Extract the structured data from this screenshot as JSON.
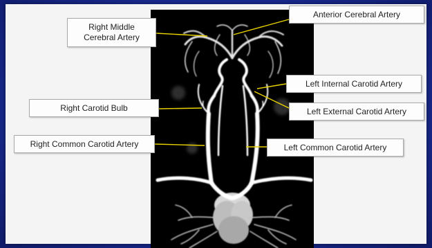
{
  "labels": {
    "right_middle_cerebral": "Right Middle\nCerebral Artery",
    "anterior_cerebral": "Anterior Cerebral Artery",
    "left_internal_carotid": "Left Internal Carotid Artery",
    "right_carotid_bulb": "Right Carotid Bulb",
    "left_external_carotid": "Left External Carotid Artery",
    "right_common_carotid": "Right Common Carotid Artery",
    "left_common_carotid": "Left Common Carotid Artery"
  },
  "colors": {
    "leader_line": "#e8d200",
    "background": "#1c2f9e",
    "panel": "#f4f4f4"
  }
}
